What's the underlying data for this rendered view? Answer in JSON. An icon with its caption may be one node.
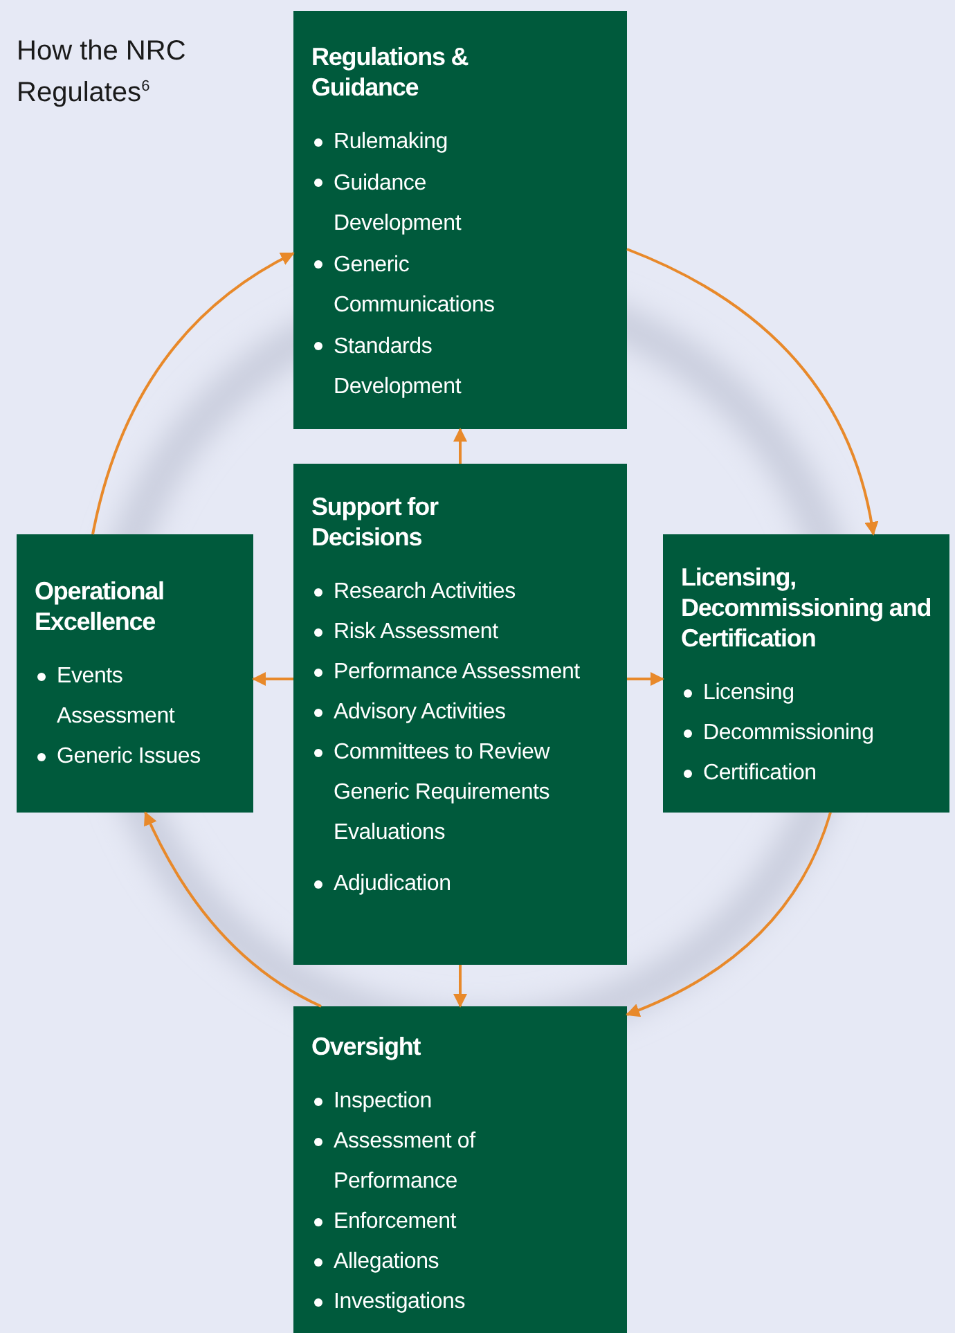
{
  "diagram": {
    "title": "How the NRC Regulates$^{6}$",
    "nodes": [
      {
        "text": [
          "Regulations & Guidance",
          "Rulemaking",
          "Guidance Development",
          "Generic Communications",
          "Standards Development"
        ]
      },
      {
        "text": [
          "Support for Decisions",
          "Research Activities",
          "Risk Assessment",
          "Performance Assessment",
          "Advisory Activities",
          "Committees to Review Generic Requirements Evaluations",
          "Adjudication"
        ]
      },
      {
        "text": [
          "Operational Excellence",
          "Events Assessment",
          "Generic Issues"
        ]
      },
      {
        "text": [
          "Licensing, Decommissioning and Certification",
          "Licensing",
          "Decommissioning",
          "Certification"
        ]
      },
      {
        "text": [
          "Oversight",
          "Inspection",
          "Assessment of Performance",
          "Enforcement",
          "Allegations",
          "Investigations"
        ]
      }
    ],
    "edges": [
      {
        "from": 1,
        "to": 0,
        "arrow": "to"
      },
      {
        "from": 1,
        "to": 2,
        "arrow": "to"
      },
      {
        "from": 1,
        "to": 3,
        "arrow": "to"
      },
      {
        "from": 1,
        "to": 4,
        "arrow": "to"
      },
      {
        "from": 2,
        "to": 0,
        "arrow": "to"
      },
      {
        "from": 0,
        "to": 3,
        "arrow": "to"
      },
      {
        "from": 3,
        "to": 4,
        "arrow": "to"
      },
      {
        "from": 4,
        "to": 2,
        "arrow": "to"
      }
    ]
  }
}
